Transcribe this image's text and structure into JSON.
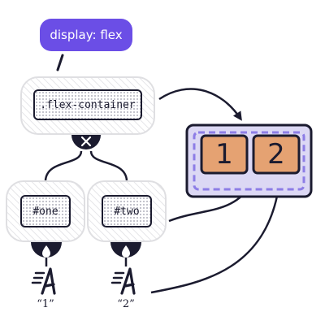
{
  "badge": {
    "text": "display: flex"
  },
  "container": {
    "selector": ".flex-container"
  },
  "children": [
    {
      "selector": "#one",
      "text_value": "“1”",
      "rendered": "1"
    },
    {
      "selector": "#two",
      "text_value": "“2”",
      "rendered": "2"
    }
  ],
  "colors": {
    "accent": "#6b4ee6",
    "ink": "#1b1b2f",
    "flex_box_fill": "#dcd8f4",
    "item_fill": "#e5a272",
    "dashed": "#8d7de6"
  },
  "icons": [
    "multiply-icon",
    "drop-icon",
    "text-icon"
  ]
}
